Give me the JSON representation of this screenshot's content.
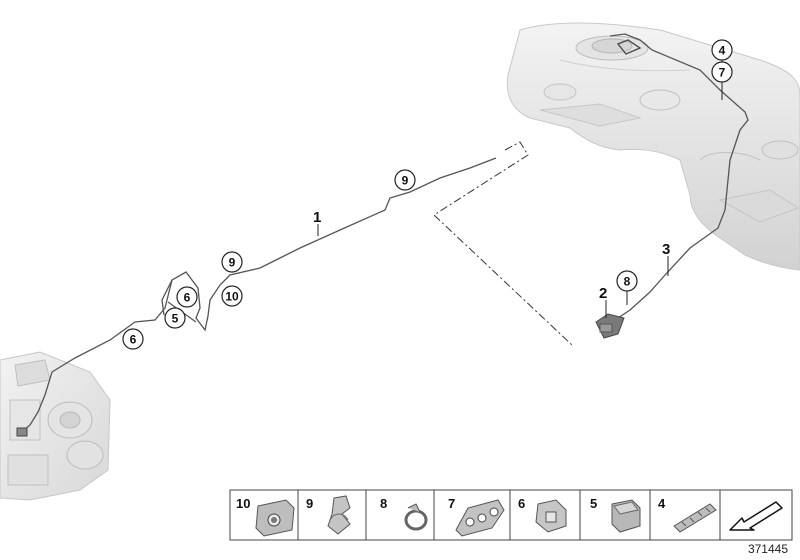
{
  "diagram_id": "371445",
  "callouts": {
    "c1": "1",
    "c2": "2",
    "c3": "3",
    "c4": "4",
    "c5": "5",
    "c6a": "6",
    "c6b": "6",
    "c7": "7",
    "c8": "8",
    "c9a": "9",
    "c9b": "9",
    "c10": "10"
  },
  "legend": [
    {
      "number": "10",
      "icon": "clip-bracket-icon"
    },
    {
      "number": "9",
      "icon": "hose-clip-icon"
    },
    {
      "number": "8",
      "icon": "hose-clamp-icon"
    },
    {
      "number": "7",
      "icon": "pipe-holder-icon"
    },
    {
      "number": "6",
      "icon": "clip-icon"
    },
    {
      "number": "5",
      "icon": "cap-icon"
    },
    {
      "number": "4",
      "icon": "cable-tie-icon"
    },
    {
      "number": "",
      "icon": "arrow-icon"
    }
  ]
}
